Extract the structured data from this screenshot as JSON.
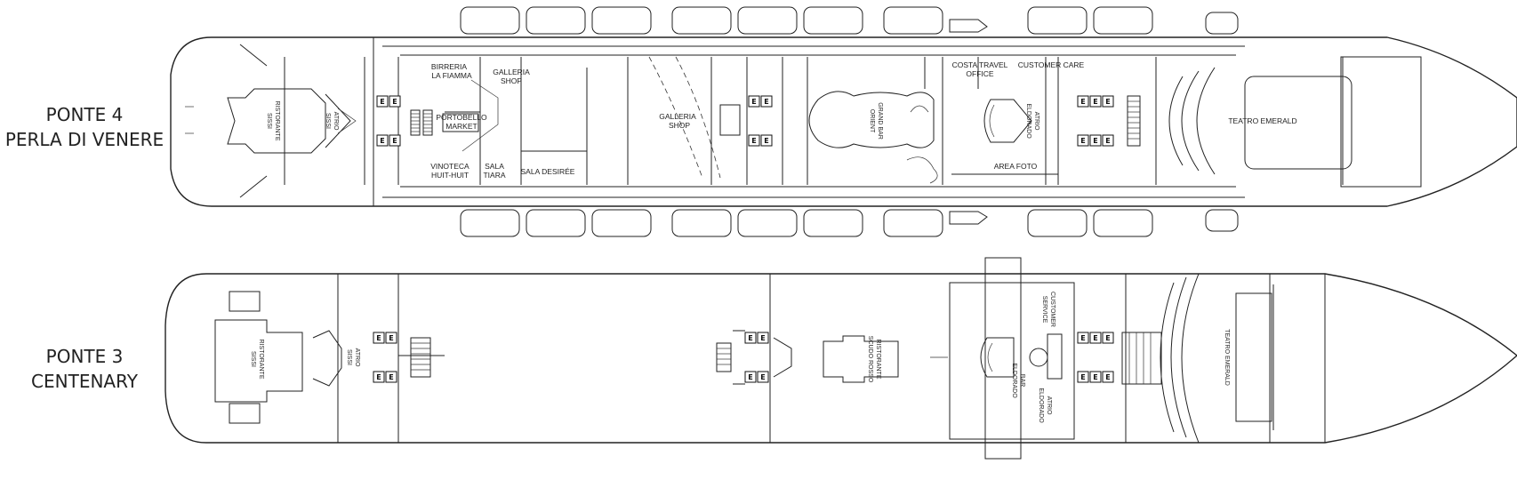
{
  "decks": [
    {
      "deck_label": "PONTE 4",
      "deck_name": "PERLA DI VENERE",
      "rooms": {
        "ristorante_left": "RISTORANTE",
        "ristorante_left_2": "SISSI",
        "atrio_left": "ATRIO",
        "atrio_left_2": "SISSI",
        "birreria": "BIRRERIA",
        "birreria_2": "LA FIAMMA",
        "galleria_shop_1": "GALLERIA",
        "galleria_shop_1b": "SHOP",
        "portobello": "PORTOBELLO",
        "portobello_2": "MARKET",
        "vinoteca": "VINOTECA",
        "vinoteca_2": "HUIT-HUIT",
        "sala_tiara": "SALA",
        "sala_tiara_2": "TIARA",
        "sala_desiree": "SALA DESIRÉE",
        "galleria_shop_2": "GALLERIA",
        "galleria_shop_2b": "SHOP",
        "grand_bar": "GRAND BAR",
        "grand_bar_2": "ORIENT",
        "costa_travel": "COSTA TRAVEL",
        "costa_travel_2": "OFFICE",
        "customer_care": "CUSTOMER CARE",
        "atrio_eldorado": "ATRIO",
        "atrio_eldorado_2": "ELDORADO",
        "area_foto": "AREA FOTO",
        "teatro": "TEATRO EMERALD"
      }
    },
    {
      "deck_label": "PONTE 3",
      "deck_name": "CENTENARY",
      "rooms": {
        "ristorante_left": "RISTORANTE",
        "ristorante_left_2": "SISSI",
        "atrio_left": "ATRIO",
        "atrio_left_2": "SISSI",
        "ristorante_scudo": "RISTORANTE",
        "ristorante_scudo_2": "SCUDO ROSSO",
        "customer_service": "CUSTOMER",
        "customer_service_2": "SERVICE",
        "bar_eldorado": "BAR",
        "bar_eldorado_2": "ELDORADO",
        "atrio_eldorado": "ATRIO",
        "atrio_eldorado_2": "ELDORADO",
        "teatro": "TEATRO EMERALD"
      }
    }
  ],
  "elevator_letter": "E"
}
